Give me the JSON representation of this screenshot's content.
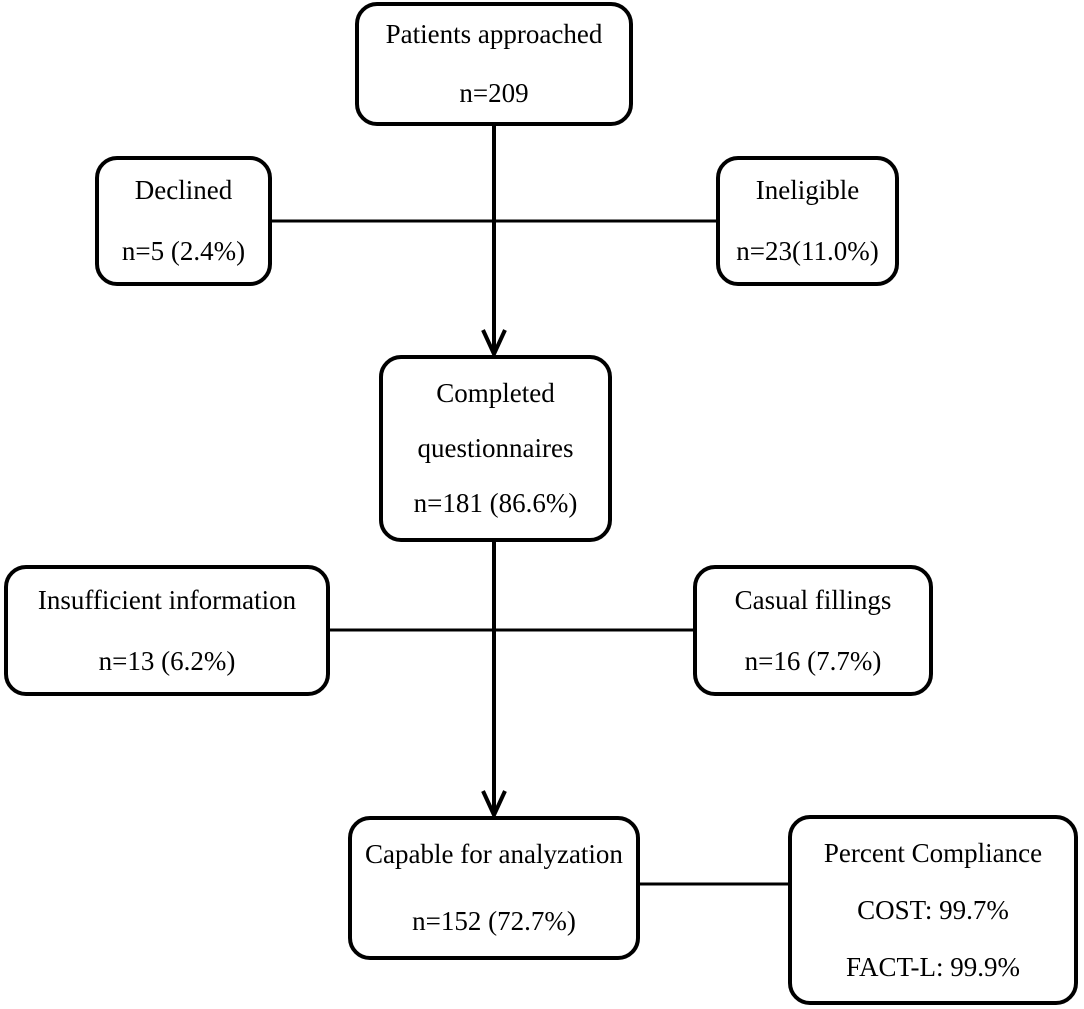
{
  "flowchart": {
    "patients_approached": {
      "label": "Patients approached",
      "count": "n=209"
    },
    "declined": {
      "label": "Declined",
      "count": "n=5 (2.4%)"
    },
    "ineligible": {
      "label": "Ineligible",
      "count": "n=23(11.0%)"
    },
    "completed": {
      "label_line1": "Completed",
      "label_line2": "questionnaires",
      "count": "n=181 (86.6%)"
    },
    "insufficient": {
      "label": "Insufficient information",
      "count": "n=13 (6.2%)"
    },
    "casual": {
      "label": "Casual fillings",
      "count": "n=16 (7.7%)"
    },
    "capable": {
      "label": "Capable for analyzation",
      "count": "n=152 (72.7%)"
    },
    "compliance": {
      "title": "Percent Compliance",
      "cost": "COST: 99.7%",
      "fact_l": "FACT-L: 99.9%"
    }
  }
}
